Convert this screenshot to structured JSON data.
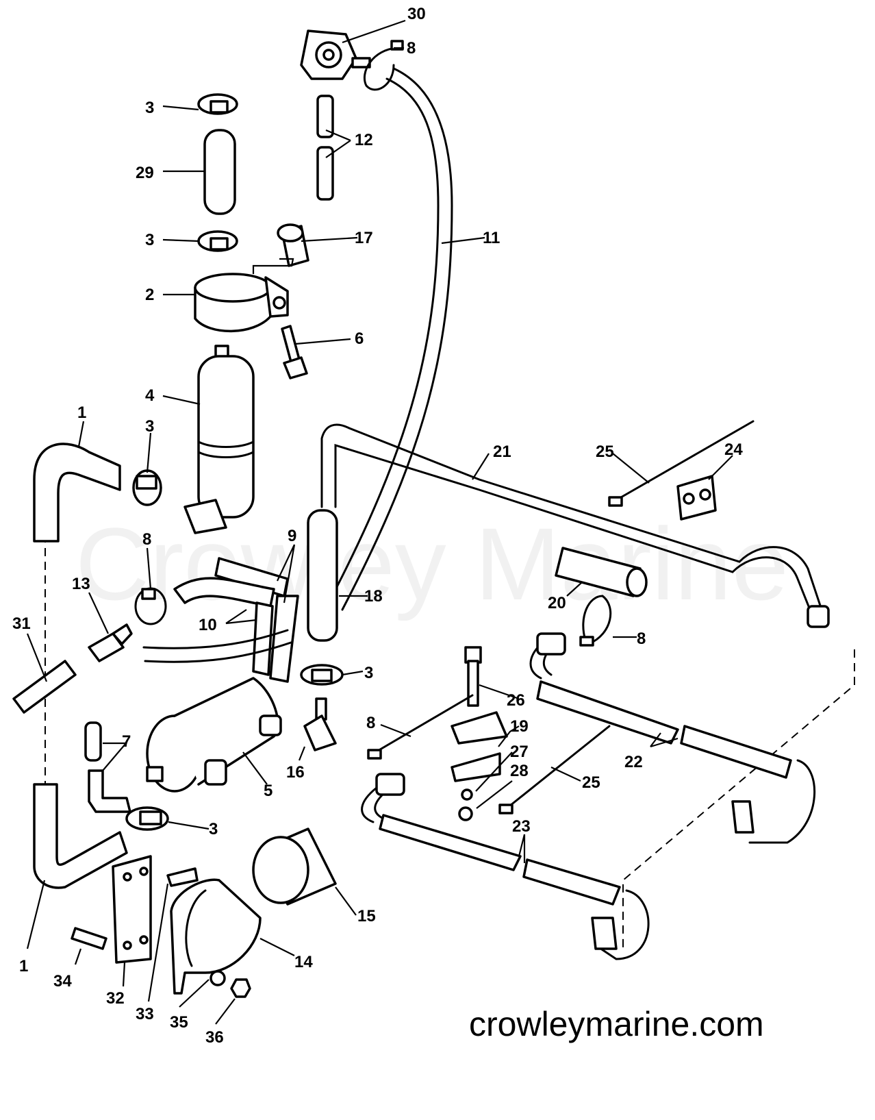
{
  "watermark": "Crowley Marine",
  "website": "crowleymarine.com",
  "callouts": [
    "30",
    "8",
    "3",
    "12",
    "29",
    "3",
    "17",
    "11",
    "2",
    "6",
    "4",
    "1",
    "3",
    "21",
    "25",
    "24",
    "8",
    "9",
    "13",
    "10",
    "18",
    "20",
    "8",
    "31",
    "3",
    "26",
    "8",
    "19",
    "7",
    "5",
    "16",
    "22",
    "27",
    "28",
    "25",
    "3",
    "23",
    "15",
    "1",
    "34",
    "32",
    "33",
    "14",
    "35",
    "36"
  ]
}
